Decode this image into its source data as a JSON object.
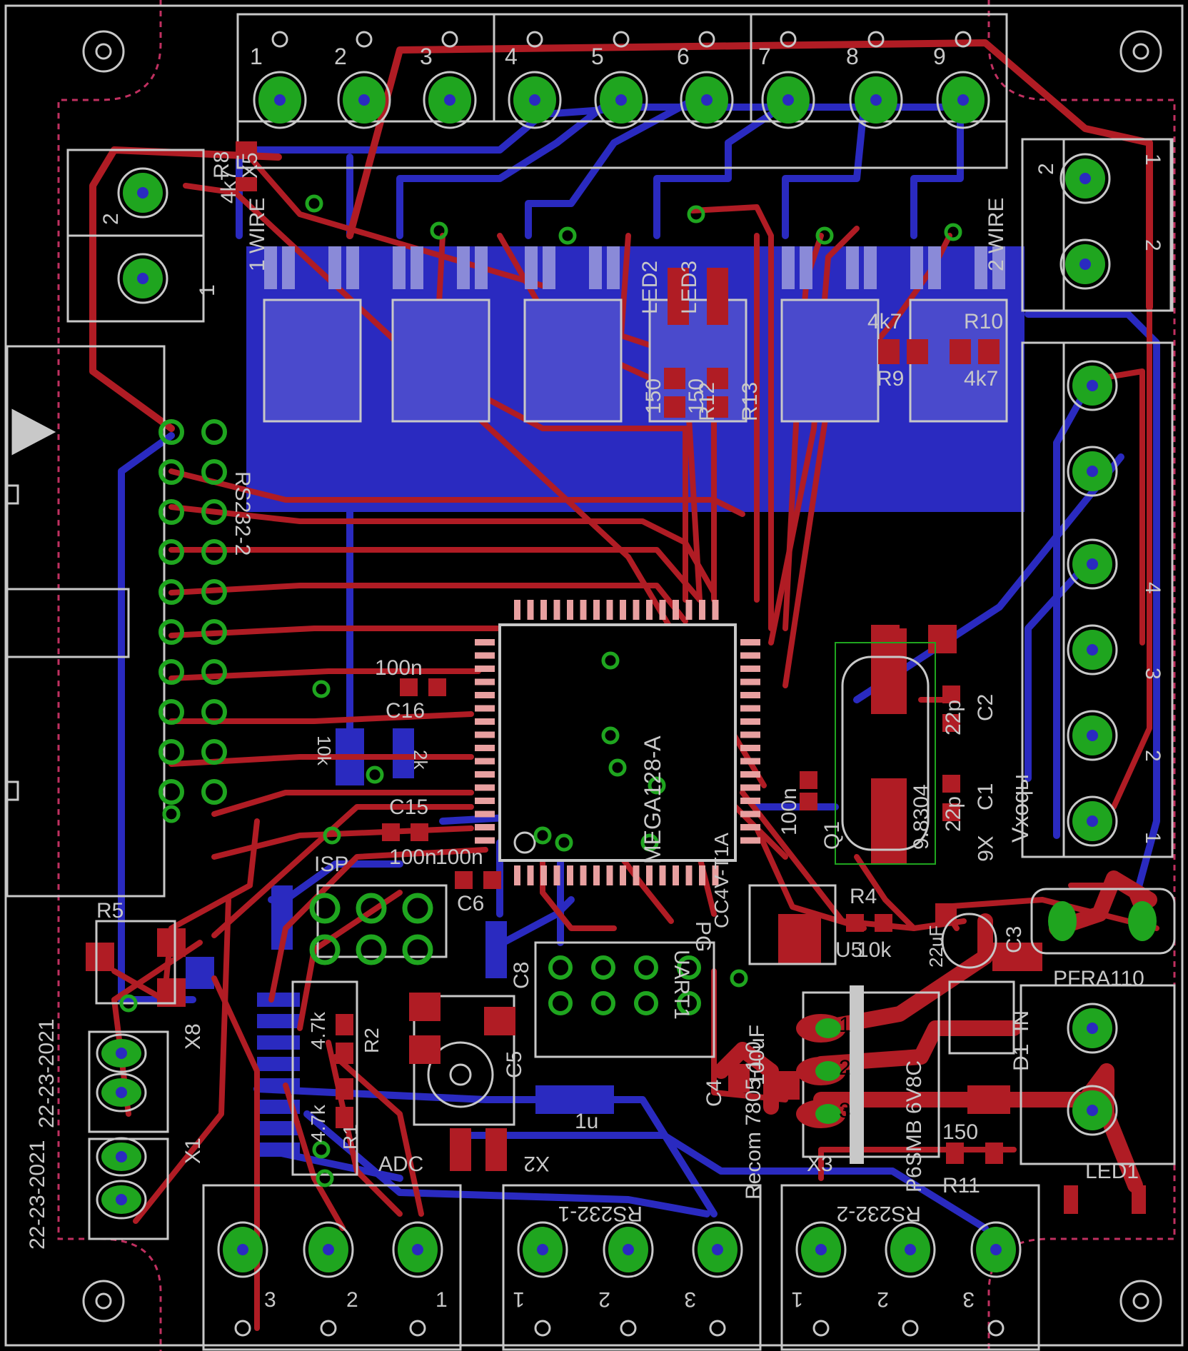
{
  "colors": {
    "background": "#000000",
    "top_copper": "#b01c24",
    "bottom_copper": "#2a2ac0",
    "silkscreen": "#c8c8c8",
    "pad_green": "#1fa51f",
    "dimension": "#c03060"
  },
  "labels": {
    "top_numbers": [
      "1",
      "2",
      "3",
      "4",
      "5",
      "6",
      "7",
      "8",
      "9"
    ],
    "x5": "X5",
    "wire1": "1 WIRE",
    "wire2": "2 WIRE",
    "r8": "R8",
    "r8_val": "4k7",
    "left_term_pins": [
      "2",
      "1"
    ],
    "right_term_pins": [
      "2",
      "1",
      "2",
      "1"
    ],
    "led2": "LED2",
    "led3": "LED3",
    "r9": "R9",
    "r9_val": "4k7",
    "r10": "R10",
    "r10_val": "4k7",
    "r13": "R13",
    "r12": "R12",
    "val150a": "150",
    "val150b": "150",
    "rs232_2_conn": "RS232-2",
    "mcu": "MEGA128-A",
    "c16": "C16",
    "c16_val": "100n",
    "c15": "C15",
    "c15_val": "100n",
    "c6": "C6",
    "c6_val": "100n",
    "c_v": "100n",
    "isp": "ISP",
    "q1": "Q1",
    "c2": "C2",
    "c2_val": "22p",
    "c1": "C1",
    "c1_val": "22p",
    "xtal": "9.8304",
    "x6": "X6",
    "inputs": "Vxoqы",
    "inputs_pins": [
      "1",
      "2",
      "3",
      "4"
    ],
    "r4": "R4",
    "r4_val": "10k",
    "u5": "U5",
    "r5": "R5",
    "x8": "X8",
    "x1": "X1",
    "date_a": "22-23-2021",
    "date_b": "22-23-2021",
    "c3": "C3",
    "c3_val": "22uF",
    "pfra": "PFRA110",
    "d1": "D1",
    "d1_val": "P6SMB 6V8C",
    "in": "IN",
    "r11": "R11",
    "r11_val": "150",
    "led1": "LED1",
    "x3": "X3",
    "recom": "Recom 7805-1.0",
    "c4": "C4",
    "c4_val": "100uF",
    "c_u": "C",
    "x7_pins": [
      "1",
      "2",
      "3"
    ],
    "rs232_1": "RS232-1",
    "rs232_2": "RS232-2",
    "x2": "X2",
    "adc": "ADC",
    "bottom_left_pins": [
      "3",
      "2",
      "1"
    ],
    "bottom_mid_pins": [
      "1",
      "2",
      "3"
    ],
    "bottom_right_pins": [
      "1",
      "2",
      "3"
    ],
    "r1": "R1",
    "r1_val": "4.7k",
    "r2": "R2",
    "r2_val": "4.7k",
    "c5": "C5",
    "c5_val": "1u",
    "c8": "C8",
    "uart": "UART1",
    "pg": "PG",
    "r_10k": "10k",
    "r_2k": "2k",
    "rs_reg": "CC4V-T1A"
  }
}
